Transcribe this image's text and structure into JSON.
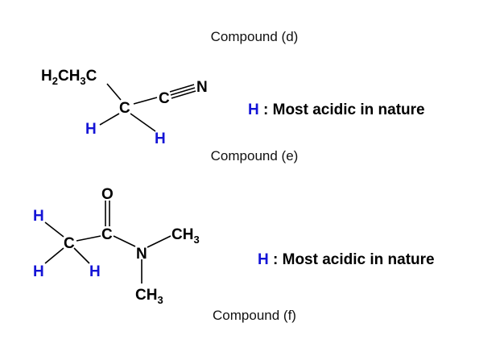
{
  "captions": {
    "compound_d": "Compound (d)",
    "compound_e": "Compound (e)",
    "compound_f": "Compound (f)"
  },
  "notes": {
    "d": {
      "h": "H",
      "text": " : Most acidic in nature"
    },
    "e": {
      "h": "H",
      "text": " : Most acidic in nature"
    }
  },
  "structure_d": {
    "ethyl": "H2CH3C",
    "carbon": "C",
    "nitrile_c": "C",
    "nitrile_n": "N",
    "h_left": "H",
    "h_right": "H"
  },
  "structure_e": {
    "oxygen": "O",
    "carbonyl_c": "C",
    "alpha_c": "C",
    "nitrogen": "N",
    "methyl_top": "CH3",
    "methyl_bottom": "CH3",
    "h_top": "H",
    "h_bottom_left": "H",
    "h_bottom_right": "H"
  },
  "colors": {
    "acidic_h": "#1414d6",
    "text": "#000000"
  }
}
